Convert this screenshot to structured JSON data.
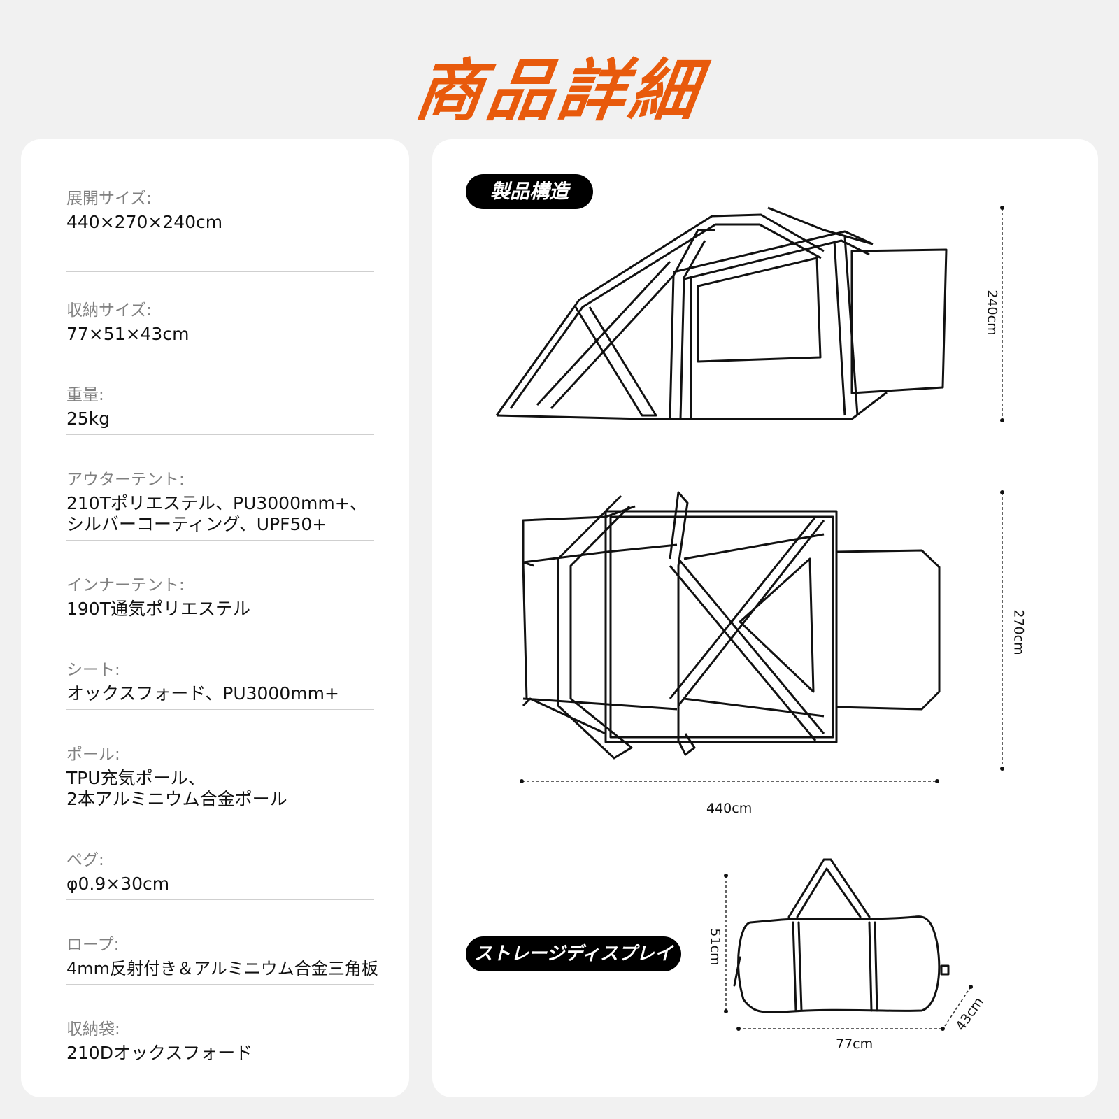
{
  "header": {
    "title": "商品詳細"
  },
  "specs": {
    "items": [
      {
        "label": "展開サイズ:",
        "value": "440×270×240cm"
      },
      {
        "label": "収納サイズ:",
        "value": "77×51×43cm"
      },
      {
        "label": "重量:",
        "value": "25kg"
      },
      {
        "label": "アウターテント:",
        "value": "210Tポリエステル、PU3000mm+、\nシルバーコーティング、UPF50+"
      },
      {
        "label": "インナーテント:",
        "value": "190T通気ポリエステル"
      },
      {
        "label": "シート:",
        "value": "オックスフォード、PU3000mm+"
      },
      {
        "label": "ポール:",
        "value": "TPU充気ポール、\n2本アルミニウム合金ポール"
      },
      {
        "label": "ペグ:",
        "value": "φ0.9×30cm"
      },
      {
        "label": "ロープ:",
        "value": "4mm反射付き＆アルミニウム合金三角板"
      },
      {
        "label": "収納袋:",
        "value": "210Dオックスフォード"
      }
    ]
  },
  "diagrams": {
    "structure_label": "製品構造",
    "storage_label": "ストレージディスプレイ",
    "tent_height": "240cm",
    "tent_width": "270cm",
    "tent_length": "440cm",
    "bag_height": "51cm",
    "bag_length": "77cm",
    "bag_depth": "43cm"
  },
  "colors": {
    "accent": "#e85a0c",
    "background": "#f1f1f1",
    "card": "#ffffff",
    "pill": "#000000"
  }
}
